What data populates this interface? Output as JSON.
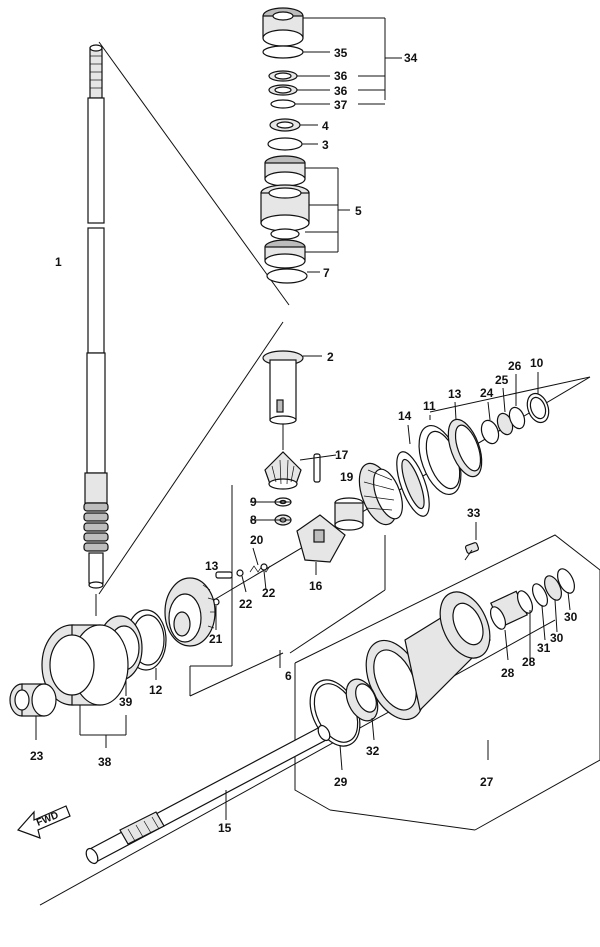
{
  "labels": {
    "p1": "1",
    "p2": "2",
    "p3": "3",
    "p4": "4",
    "p5": "5",
    "p6": "6",
    "p7": "7",
    "p8": "8",
    "p9": "9",
    "p10": "10",
    "p11": "11",
    "p12": "12",
    "p13a": "13",
    "p13b": "13",
    "p14": "14",
    "p15": "15",
    "p16": "16",
    "p17": "17",
    "p19": "19",
    "p20": "20",
    "p21": "21",
    "p22a": "22",
    "p22b": "22",
    "p23": "23",
    "p24": "24",
    "p25": "25",
    "p26": "26",
    "p27": "27",
    "p28a": "28",
    "p28b": "28",
    "p29": "29",
    "p30a": "30",
    "p30b": "30",
    "p31": "31",
    "p32": "32",
    "p33": "33",
    "p34": "34",
    "p35": "35",
    "p36a": "36",
    "p36b": "36",
    "p37": "37",
    "p38": "38",
    "p39": "39"
  },
  "fwd_label": "FWD"
}
